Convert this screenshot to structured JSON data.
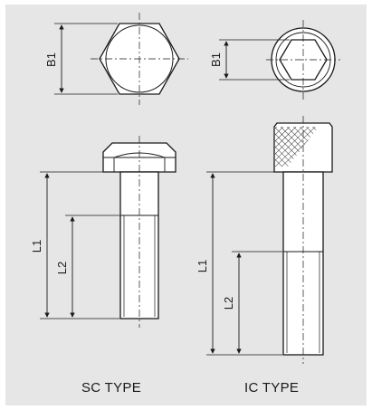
{
  "labels": {
    "sc_b1": "B1",
    "sc_l1": "L1",
    "sc_l2": "L2",
    "ic_b1": "B1",
    "ic_l1": "L1",
    "ic_l2": "L2"
  },
  "captions": {
    "sc": "SC TYPE",
    "ic": "IC TYPE"
  }
}
